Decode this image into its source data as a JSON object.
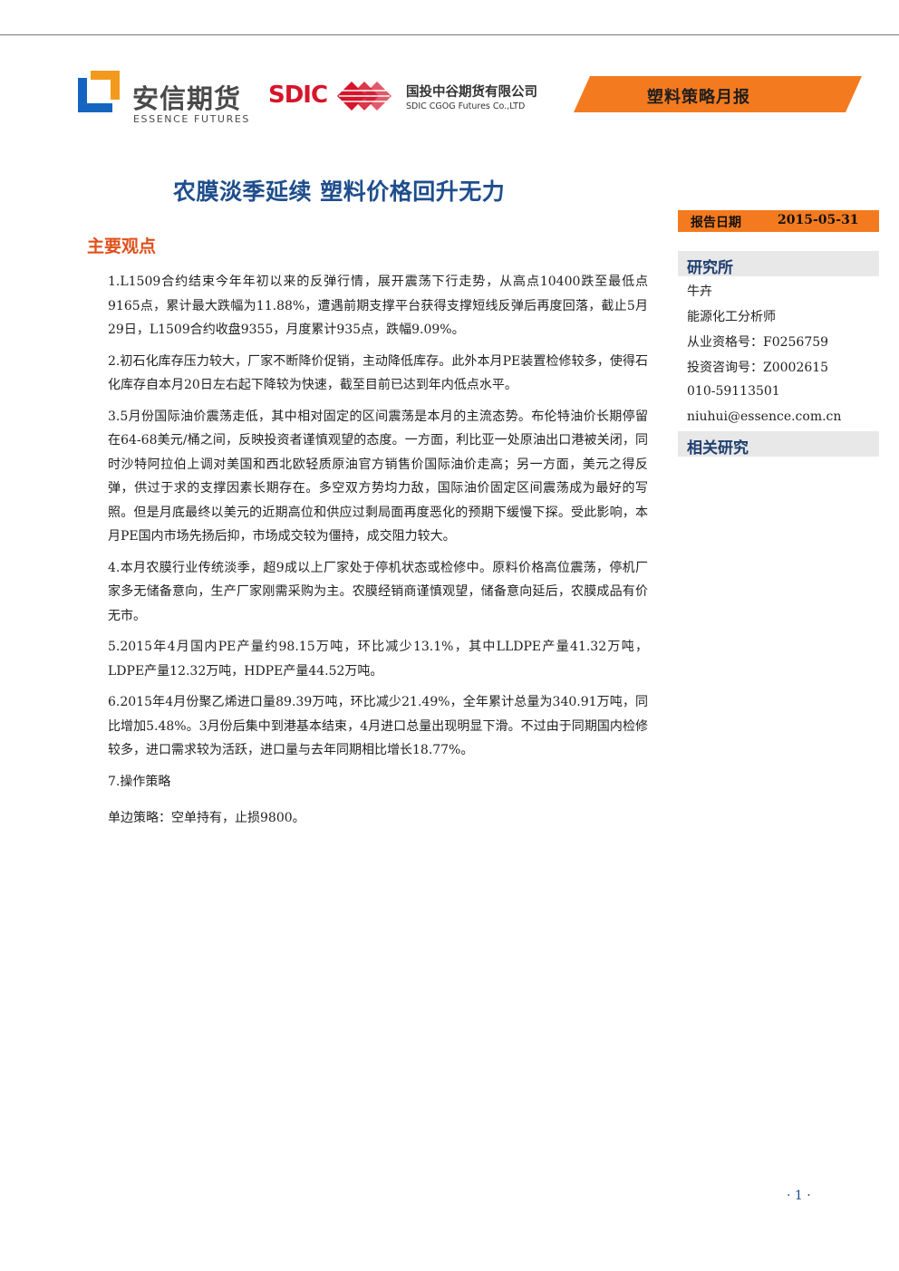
{
  "header": {
    "essence_cn": "安信期货",
    "essence_en": "ESSENCE FUTURES",
    "sdic_word": "SDIC",
    "sdic_cn": "国投中谷期货有限公司",
    "sdic_en": "SDIC CGOG Futures Co.,LTD",
    "report_type": "塑料策略月报"
  },
  "title": "农膜淡季延续 塑料价格回升无力",
  "section_title": "主要观点",
  "paragraphs": [
    "1.L1509合约结束今年年初以来的反弹行情，展开震荡下行走势，从高点10400跌至最低点9165点，累计最大跌幅为11.88%，遭遇前期支撑平台获得支撑短线反弹后再度回落，截止5月29日，L1509合约收盘9355，月度累计935点，跌幅9.09%。",
    "2.初石化库存压力较大，厂家不断降价促销，主动降低库存。此外本月PE装置检修较多，使得石化库存自本月20日左右起下降较为快速，截至目前已达到年内低点水平。",
    "3.5月份国际油价震荡走低，其中相对固定的区间震荡是本月的主流态势。布伦特油价长期停留在64-68美元/桶之间，反映投资者谨慎观望的态度。一方面，利比亚一处原油出口港被关闭，同时沙特阿拉伯上调对美国和西北欧轻质原油官方销售价国际油价走高；另一方面，美元之得反弹，供过于求的支撑因素长期存在。多空双方势均力敌，国际油价固定区间震荡成为最好的写照。但是月底最终以美元的近期高位和供应过剩局面再度恶化的预期下缓慢下探。受此影响，本月PE国内市场先扬后抑，市场成交较为僵持，成交阻力较大。",
    "4.本月农膜行业传统淡季，超9成以上厂家处于停机状态或检修中。原料价格高位震荡，停机厂家多无储备意向，生产厂家刚需采购为主。农膜经销商谨慎观望，储备意向延后，农膜成品有价无市。",
    "5.2015年4月国内PE产量约98.15万吨，环比减少13.1%，其中LLDPE产量41.32万吨，LDPE产量12.32万吨，HDPE产量44.52万吨。",
    "6.2015年4月份聚乙烯进口量89.39万吨，环比减少21.49%，全年累计总量为340.91万吨，同比增加5.48%。3月份后集中到港基本结束，4月进口总量出现明显下滑。不过由于同期国内检修较多，进口需求较为活跃，进口量与去年同期相比增长18.77%。",
    "7.操作策略",
    "单边策略：空单持有，止损9800。"
  ],
  "sidebar": {
    "date_label": "报告日期",
    "date_value": "2015-05-31",
    "research_head": "研究所",
    "analyst_name": "牛卉",
    "analyst_title": "能源化工分析师",
    "cert_no": "从业资格号：F0256759",
    "consult_no": "投资咨询号：Z0002615",
    "phone": "010-59113501",
    "email": "niuhui@essence.com.cn",
    "related_head": "相关研究"
  },
  "footer": {
    "page": "· 1 ·"
  },
  "colors": {
    "title_blue": "#1f4e8c",
    "accent_orange": "#f47a1f",
    "section_orange": "#e0501a",
    "sdic_red": "#d6142a",
    "essence_blue": "#1565c0",
    "essence_orange": "#f39a1e"
  }
}
